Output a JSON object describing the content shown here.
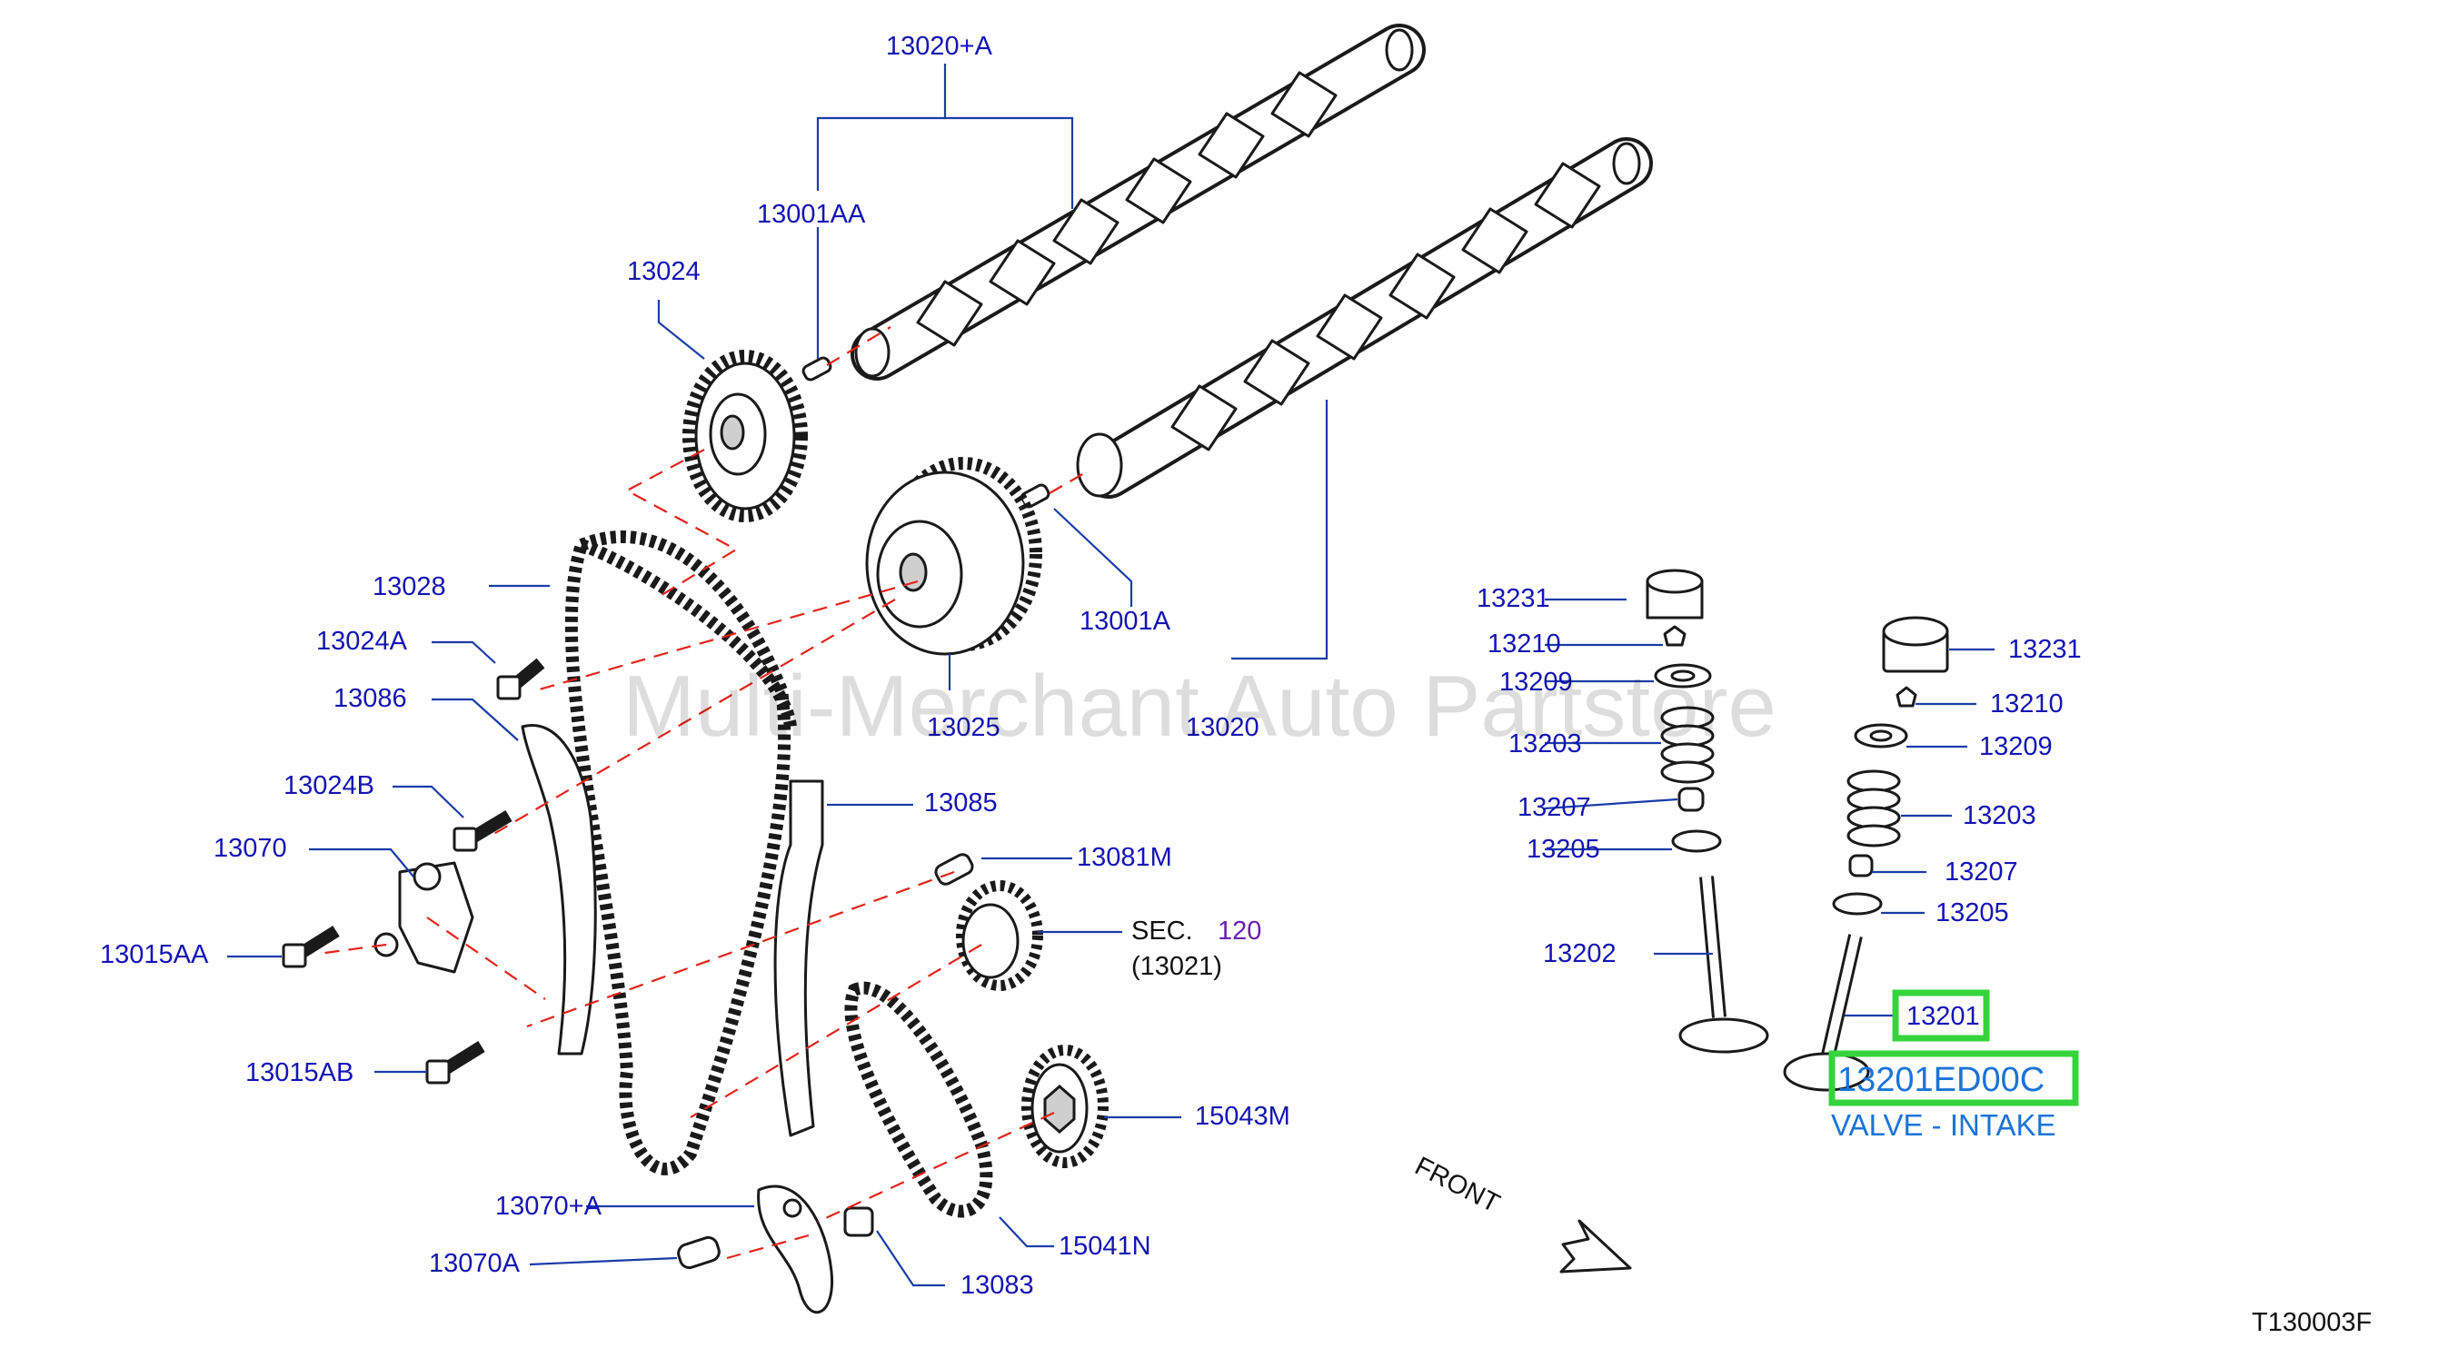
{
  "watermark": "Multi-Merchant Auto Partstore",
  "drawing_code": "T130003F",
  "front_label": "FRONT",
  "sec_ref": {
    "prefix": "SEC.",
    "number": "120",
    "sub": "(13021)"
  },
  "labels": {
    "l13020A": "13020+A",
    "l13001AA": "13001AA",
    "l13024": "13024",
    "l13028": "13028",
    "l13024A": "13024A",
    "l13086": "13086",
    "l13024B": "13024B",
    "l13070": "13070",
    "l13015AA": "13015AA",
    "l13015AB": "13015AB",
    "l13070plusA": "13070+A",
    "l13070A": "13070A",
    "l13001A": "13001A",
    "l13025": "13025",
    "l13020": "13020",
    "l13085": "13085",
    "l13081M": "13081M",
    "l15043M": "15043M",
    "l15041N": "15041N",
    "l13083": "13083",
    "l13231a": "13231",
    "l13210a": "13210",
    "l13209a": "13209",
    "l13203a": "13203",
    "l13207a": "13207",
    "l13205a": "13205",
    "l13202": "13202",
    "l13231b": "13231",
    "l13210b": "13210",
    "l13209b": "13209",
    "l13203b": "13203",
    "l13207b": "13207",
    "l13205b": "13205",
    "l13201": "13201"
  },
  "highlight": {
    "part_number": "13201ED00C",
    "description": "VALVE - INTAKE",
    "color": "#35d43c"
  },
  "colors": {
    "label": "#1414b4",
    "leader": "#1a3ca8",
    "dashed": "#e2231a",
    "highlight_text": "#1a74d8"
  }
}
